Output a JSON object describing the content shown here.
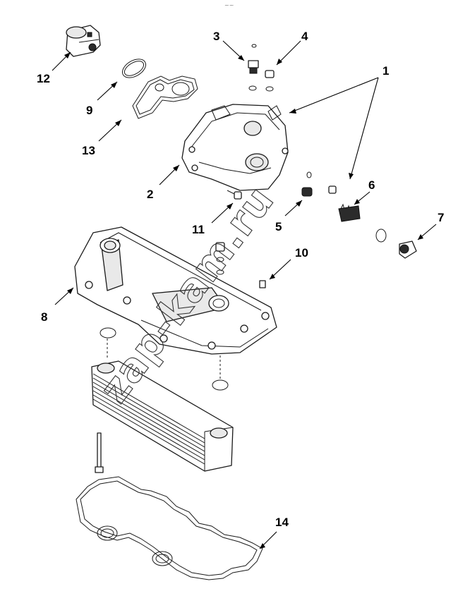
{
  "diagram": {
    "callouts": {
      "c1": "1",
      "c2": "2",
      "c3": "3",
      "c4": "4",
      "c5": "5",
      "c6": "6",
      "c7": "7",
      "c8": "8",
      "c9": "9",
      "c10": "10",
      "c11": "11",
      "c12": "12",
      "c13": "13",
      "c14": "14"
    },
    "watermark": "zap-kam.ru",
    "top_mark": "~~"
  },
  "colors": {
    "line": "#1a1a1a",
    "fill": "#ffffff",
    "shade": "#e9e9e9"
  }
}
